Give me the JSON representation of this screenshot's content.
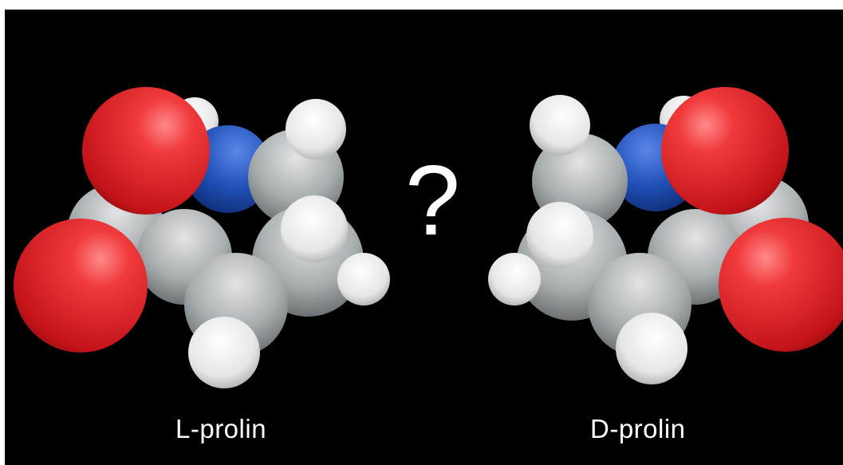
{
  "labels": {
    "left": "L-prolin",
    "right": "D-prolin",
    "question": "?"
  },
  "colors": {
    "background": "#000000",
    "oxygen": "#e8262a",
    "nitrogen": "#1f4fb5",
    "carbon": "#a8adb0",
    "hydrogen": "#f2f2f2",
    "text": "#ffffff"
  },
  "atoms": {
    "oxygen": "O",
    "nitrogen": "N",
    "carbon": "C",
    "hydrogen": "H"
  }
}
